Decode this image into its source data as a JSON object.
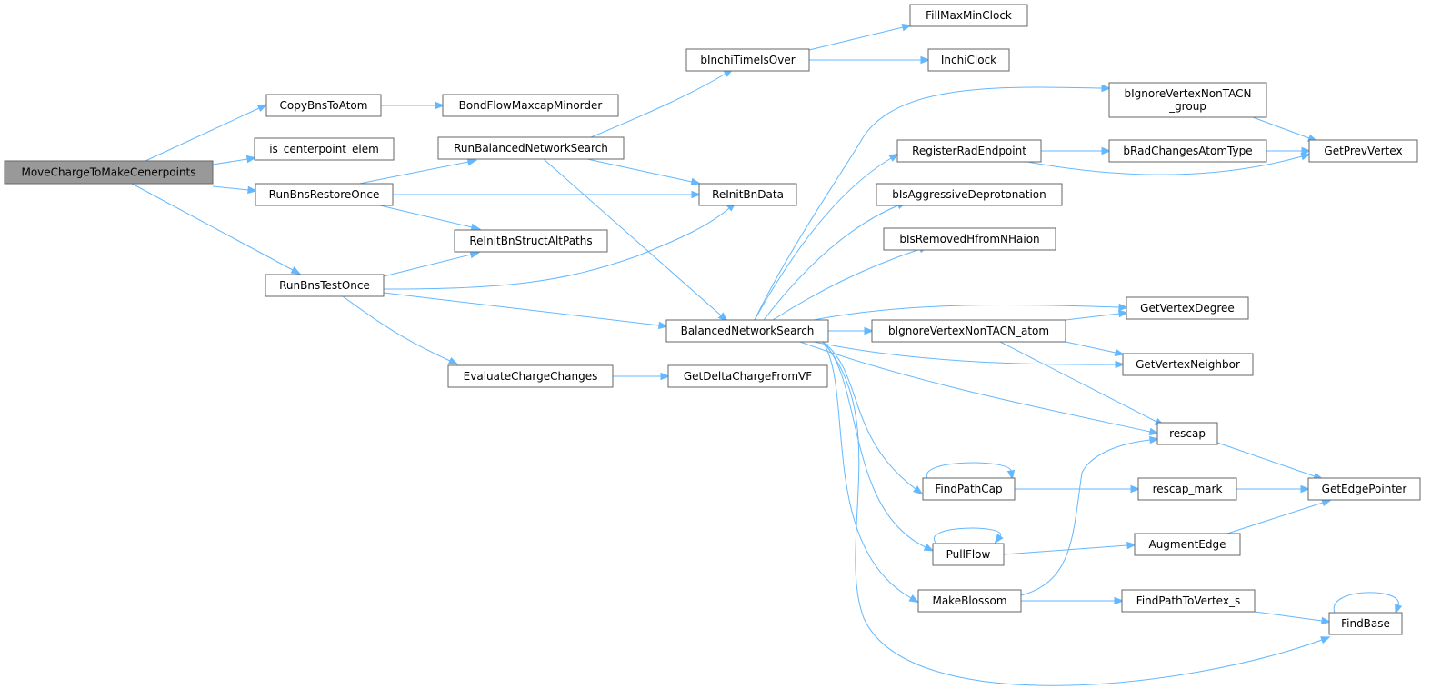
{
  "nodes": [
    {
      "id": "n_move",
      "label": "MoveChargeToMakeCenerpoints",
      "root": true
    },
    {
      "id": "n_copybns",
      "label": "CopyBnsToAtom"
    },
    {
      "id": "n_iscenter",
      "label": "is_centerpoint_elem"
    },
    {
      "id": "n_restore",
      "label": "RunBnsRestoreOnce"
    },
    {
      "id": "n_testonce",
      "label": "RunBnsTestOnce"
    },
    {
      "id": "n_bondflow",
      "label": "BondFlowMaxcapMinorder"
    },
    {
      "id": "n_runbal",
      "label": "RunBalancedNetworkSearch"
    },
    {
      "id": "n_reinitalt",
      "label": "ReInitBnStructAltPaths"
    },
    {
      "id": "n_evalcharge",
      "label": "EvaluateChargeChanges"
    },
    {
      "id": "n_binchi",
      "label": "bInchiTimeIsOver"
    },
    {
      "id": "n_reinitbn",
      "label": "ReInitBnData"
    },
    {
      "id": "n_bns",
      "label": "BalancedNetworkSearch"
    },
    {
      "id": "n_getdelta",
      "label": "GetDeltaChargeFromVF"
    },
    {
      "id": "n_fillmax",
      "label": "FillMaxMinClock"
    },
    {
      "id": "n_inchiclock",
      "label": "InchiClock"
    },
    {
      "id": "n_regrad",
      "label": "RegisterRadEndpoint"
    },
    {
      "id": "n_isaggr",
      "label": "bIsAggressiveDeprotonation"
    },
    {
      "id": "n_isremoved",
      "label": "bIsRemovedHfromNHaion"
    },
    {
      "id": "n_ignatom",
      "label": "bIgnoreVertexNonTACN_atom"
    },
    {
      "id": "n_findpathcap",
      "label": "FindPathCap"
    },
    {
      "id": "n_pullflow",
      "label": "PullFlow"
    },
    {
      "id": "n_makeblossom",
      "label": "MakeBlossom"
    },
    {
      "id": "n_igngroup",
      "label": "bIgnoreVertexNonTACN\n_group"
    },
    {
      "id": "n_bradchanges",
      "label": "bRadChangesAtomType"
    },
    {
      "id": "n_getvertexdeg",
      "label": "GetVertexDegree"
    },
    {
      "id": "n_getvertexnb",
      "label": "GetVertexNeighbor"
    },
    {
      "id": "n_rescap",
      "label": "rescap"
    },
    {
      "id": "n_rescapmark",
      "label": "rescap_mark"
    },
    {
      "id": "n_augment",
      "label": "AugmentEdge"
    },
    {
      "id": "n_findpathv",
      "label": "FindPathToVertex_s"
    },
    {
      "id": "n_getprev",
      "label": "GetPrevVertex"
    },
    {
      "id": "n_getedge",
      "label": "GetEdgePointer"
    },
    {
      "id": "n_findbase",
      "label": "FindBase"
    }
  ],
  "edges": [
    [
      "n_move",
      "n_copybns"
    ],
    [
      "n_move",
      "n_iscenter"
    ],
    [
      "n_move",
      "n_restore"
    ],
    [
      "n_move",
      "n_testonce"
    ],
    [
      "n_copybns",
      "n_bondflow"
    ],
    [
      "n_restore",
      "n_runbal"
    ],
    [
      "n_restore",
      "n_reinitbn"
    ],
    [
      "n_restore",
      "n_reinitalt"
    ],
    [
      "n_testonce",
      "n_reinitalt"
    ],
    [
      "n_testonce",
      "n_reinitbn"
    ],
    [
      "n_testonce",
      "n_bns"
    ],
    [
      "n_testonce",
      "n_evalcharge"
    ],
    [
      "n_runbal",
      "n_binchi"
    ],
    [
      "n_runbal",
      "n_reinitbn"
    ],
    [
      "n_runbal",
      "n_bns"
    ],
    [
      "n_evalcharge",
      "n_getdelta"
    ],
    [
      "n_binchi",
      "n_fillmax"
    ],
    [
      "n_binchi",
      "n_inchiclock"
    ],
    [
      "n_bns",
      "n_igngroup"
    ],
    [
      "n_bns",
      "n_regrad"
    ],
    [
      "n_bns",
      "n_isaggr"
    ],
    [
      "n_bns",
      "n_isremoved"
    ],
    [
      "n_bns",
      "n_getvertexdeg"
    ],
    [
      "n_bns",
      "n_ignatom"
    ],
    [
      "n_bns",
      "n_getvertexnb"
    ],
    [
      "n_bns",
      "n_rescap"
    ],
    [
      "n_bns",
      "n_findpathcap"
    ],
    [
      "n_bns",
      "n_pullflow"
    ],
    [
      "n_bns",
      "n_makeblossom"
    ],
    [
      "n_bns",
      "n_findbase"
    ],
    [
      "n_regrad",
      "n_bradchanges"
    ],
    [
      "n_regrad",
      "n_getprev"
    ],
    [
      "n_igngroup",
      "n_getprev"
    ],
    [
      "n_bradchanges",
      "n_getprev"
    ],
    [
      "n_ignatom",
      "n_getvertexdeg"
    ],
    [
      "n_ignatom",
      "n_getvertexnb"
    ],
    [
      "n_ignatom",
      "n_rescap"
    ],
    [
      "n_findpathcap",
      "n_findpathcap"
    ],
    [
      "n_findpathcap",
      "n_rescapmark"
    ],
    [
      "n_pullflow",
      "n_pullflow"
    ],
    [
      "n_pullflow",
      "n_augment"
    ],
    [
      "n_makeblossom",
      "n_rescap"
    ],
    [
      "n_makeblossom",
      "n_findpathv"
    ],
    [
      "n_rescap",
      "n_getedge"
    ],
    [
      "n_rescapmark",
      "n_getedge"
    ],
    [
      "n_augment",
      "n_getedge"
    ],
    [
      "n_findpathv",
      "n_findbase"
    ],
    [
      "n_findbase",
      "n_findbase"
    ]
  ]
}
